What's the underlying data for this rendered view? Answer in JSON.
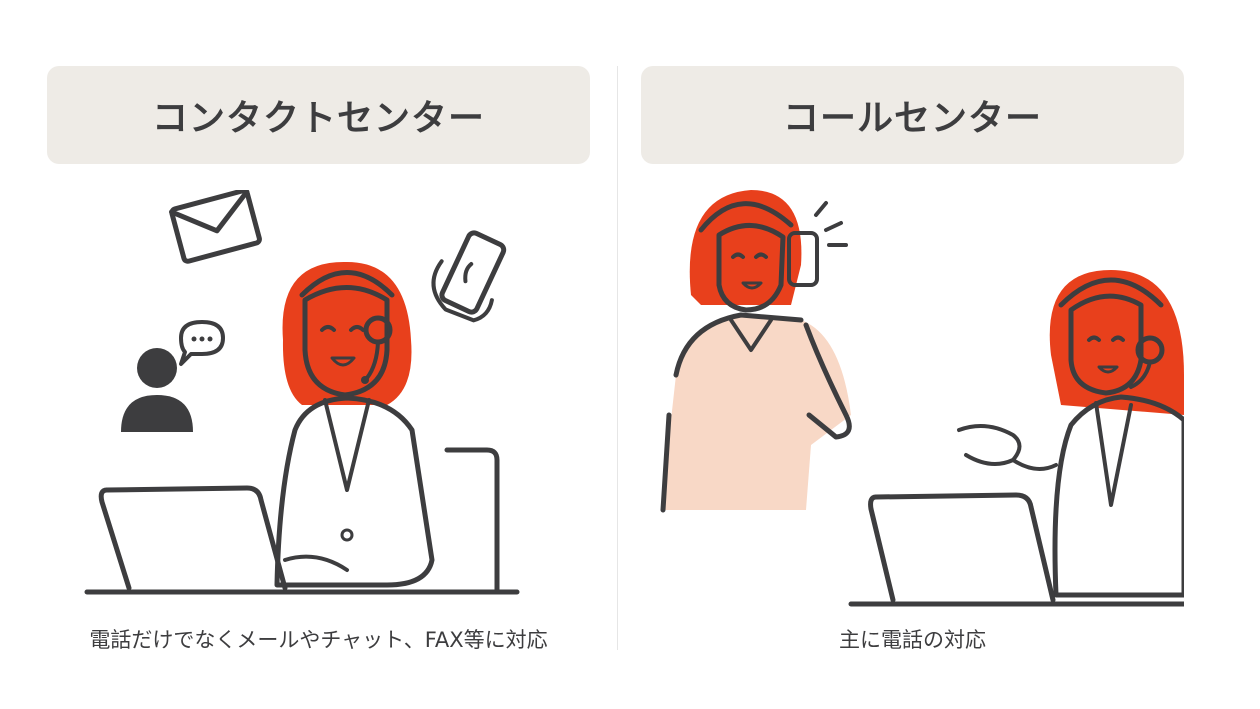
{
  "contact_center": {
    "title": "コンタクトセンター",
    "caption": "電話だけでなくメールやチャット、FAX等に対応"
  },
  "call_center": {
    "title": "コールセンター",
    "caption": "主に電話の対応"
  },
  "colors": {
    "header_bg": "#eeebe6",
    "hair": "#e8401c",
    "skin_cloth": "#f8d8c6",
    "line": "#3d3d3f"
  }
}
